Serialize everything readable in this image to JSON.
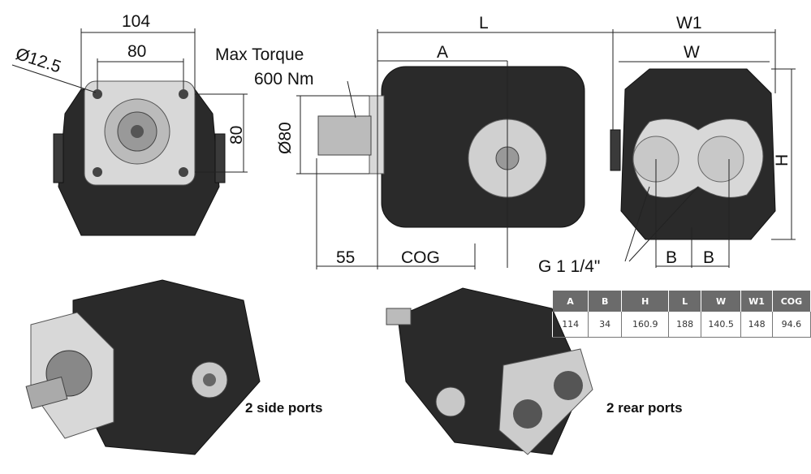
{
  "front_view": {
    "width_outer": "104",
    "width_bolt": "80",
    "hole_diameter": "Ø12.5",
    "height_bolt": "80"
  },
  "side_view": {
    "torque_label": "Max Torque",
    "torque_value": "600 Nm",
    "shaft_diameter": "Ø80",
    "length": "L",
    "dim_a": "A",
    "shaft_length": "55",
    "cog": "COG"
  },
  "rear_view": {
    "w1": "W1",
    "w": "W",
    "h": "H",
    "port_thread": "G 1 1/4\"",
    "b1": "B",
    "b2": "B"
  },
  "captions": {
    "side_ports": "2 side ports",
    "rear_ports": "2 rear ports"
  },
  "spec_table": {
    "headers": [
      "A",
      "B",
      "H",
      "L",
      "W",
      "W1",
      "COG"
    ],
    "values": [
      "114",
      "34",
      "160.9",
      "188",
      "140.5",
      "148",
      "94.6"
    ]
  }
}
